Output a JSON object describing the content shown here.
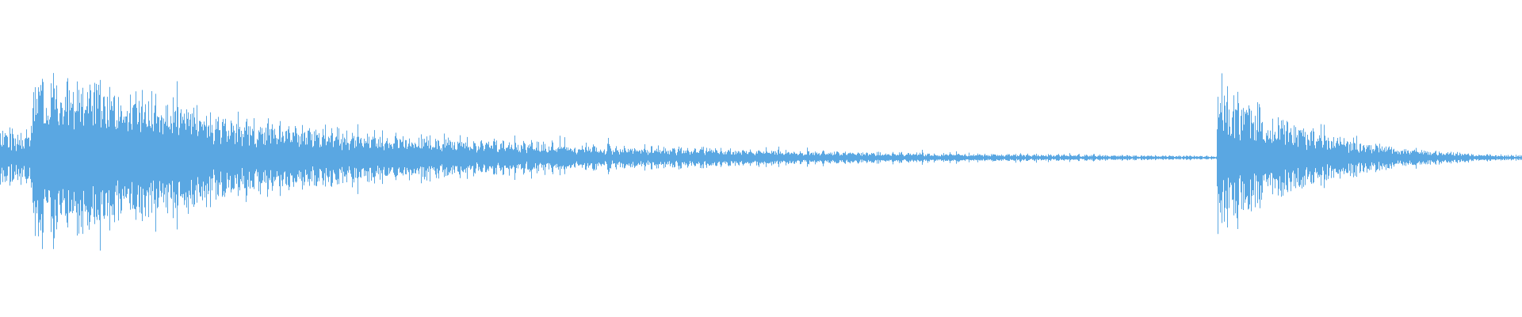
{
  "waveform": {
    "color": "#5aa7e2",
    "background": "#ffffff",
    "duration_fraction_onsets": [
      0.0,
      0.022,
      0.799
    ],
    "segments": [
      {
        "start": 0.0,
        "end": 0.021,
        "peak": 0.38,
        "decay": 0.0,
        "noise": 0.8
      },
      {
        "start": 0.021,
        "end": 0.799,
        "peak": 1.0,
        "decay": 4.6,
        "noise": 0.6
      },
      {
        "start": 0.799,
        "end": 1.0,
        "peak": 1.0,
        "decay": 3.5,
        "noise": 0.7
      }
    ]
  }
}
